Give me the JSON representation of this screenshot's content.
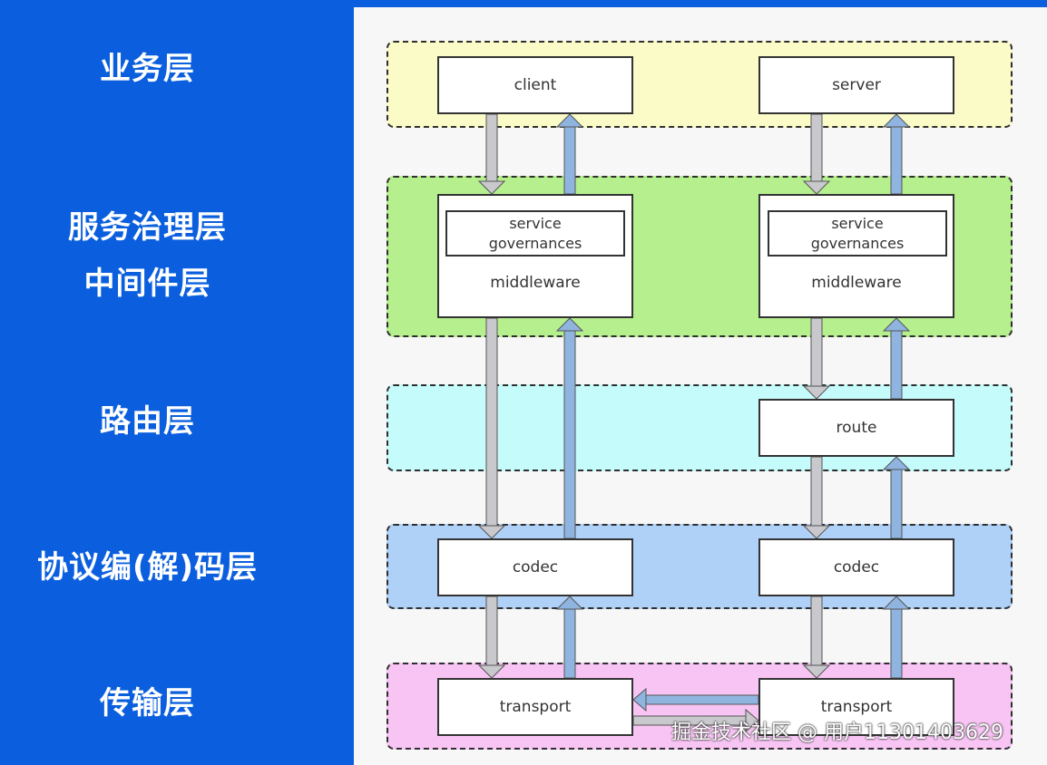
{
  "layers": [
    {
      "id": "business",
      "label": "业务层"
    },
    {
      "id": "governance",
      "label_line1": "服务治理层",
      "label_line2": "中间件层"
    },
    {
      "id": "routing",
      "label": "路由层"
    },
    {
      "id": "codec",
      "label": "协议编(解)码层"
    },
    {
      "id": "transport",
      "label": "传输层"
    }
  ],
  "nodes": {
    "client": "client",
    "server": "server",
    "left_governance_line1": "service",
    "left_governance_line2": "governances",
    "left_middleware": "middleware",
    "right_governance_line1": "service",
    "right_governance_line2": "governances",
    "right_middleware": "middleware",
    "route": "route",
    "left_codec": "codec",
    "right_codec": "codec",
    "left_transport": "transport",
    "right_transport": "transport"
  },
  "band_colors": {
    "business": "#fbfbc8",
    "governance": "#b6ef8e",
    "routing": "#c6fbfb",
    "codec": "#b0d1f7",
    "transport": "#f7c4f3"
  },
  "arrow_colors": {
    "down": "#c9c9cd",
    "up": "#8fb4e0"
  },
  "watermark": "掘金技术社区 @ 用户1130140362​9"
}
